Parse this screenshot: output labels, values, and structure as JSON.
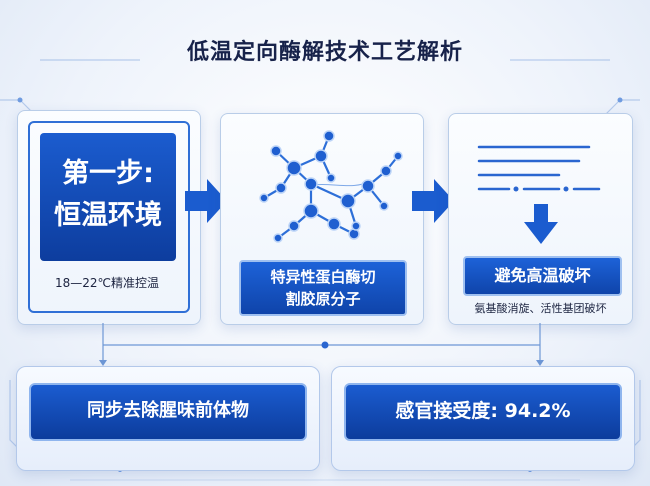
{
  "title": "低温定向酶解技术工艺解析",
  "step1": {
    "heading_line1": "第一步:",
    "heading_line2": "恒温环境",
    "caption": "18—22℃精准控温"
  },
  "step2": {
    "label_line1": "特异性蛋白酶切",
    "label_line2": "割胶原分子",
    "molecule_icon": "molecule-network-icon"
  },
  "step3": {
    "label": "避免高温破坏",
    "caption": "氨基酸消旋、活性基团破坏",
    "icon": "temperature-lines-icon"
  },
  "bottom": {
    "left": "同步去除腥味前体物",
    "right": "感官接受度: 94.2%",
    "acceptance_percent": 94.2
  },
  "colors": {
    "primary_blue": "#1b5ccf",
    "dark_blue": "#0d3d9e",
    "title_color": "#17224a",
    "accent_light": "#9fc0f0"
  }
}
